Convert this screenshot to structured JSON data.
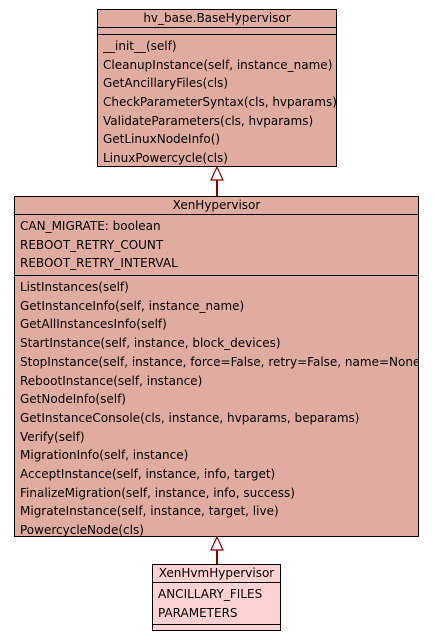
{
  "classes": {
    "base": {
      "name": "hv_base.BaseHypervisor",
      "attributes": [],
      "methods": [
        "__init__(self)",
        "CleanupInstance(self, instance_name)",
        "GetAncillaryFiles(cls)",
        "CheckParameterSyntax(cls, hvparams)",
        "ValidateParameters(cls, hvparams)",
        "GetLinuxNodeInfo()",
        "LinuxPowercycle(cls)"
      ]
    },
    "xen": {
      "name": "XenHypervisor",
      "attributes": [
        "CAN_MIGRATE: boolean",
        "REBOOT_RETRY_COUNT",
        "REBOOT_RETRY_INTERVAL"
      ],
      "methods": [
        "ListInstances(self)",
        "GetInstanceInfo(self, instance_name)",
        "GetAllInstancesInfo(self)",
        "StartInstance(self, instance, block_devices)",
        "StopInstance(self, instance, force=False, retry=False, name=None)",
        "RebootInstance(self, instance)",
        "GetNodeInfo(self)",
        "GetInstanceConsole(cls, instance, hvparams, beparams)",
        "Verify(self)",
        "MigrationInfo(self, instance)",
        "AcceptInstance(self, instance, info, target)",
        "FinalizeMigration(self, instance, info, success)",
        "MigrateInstance(self, instance, target, live)",
        "PowercycleNode(cls)"
      ]
    },
    "xenhvm": {
      "name": "XenHvmHypervisor",
      "attributes": [
        "ANCILLARY_FILES",
        "PARAMETERS"
      ],
      "methods": []
    }
  },
  "colors": {
    "class_fill": "#e0aca0",
    "highlight_fill": "#fed2d2",
    "arrow": "#8b0000"
  }
}
